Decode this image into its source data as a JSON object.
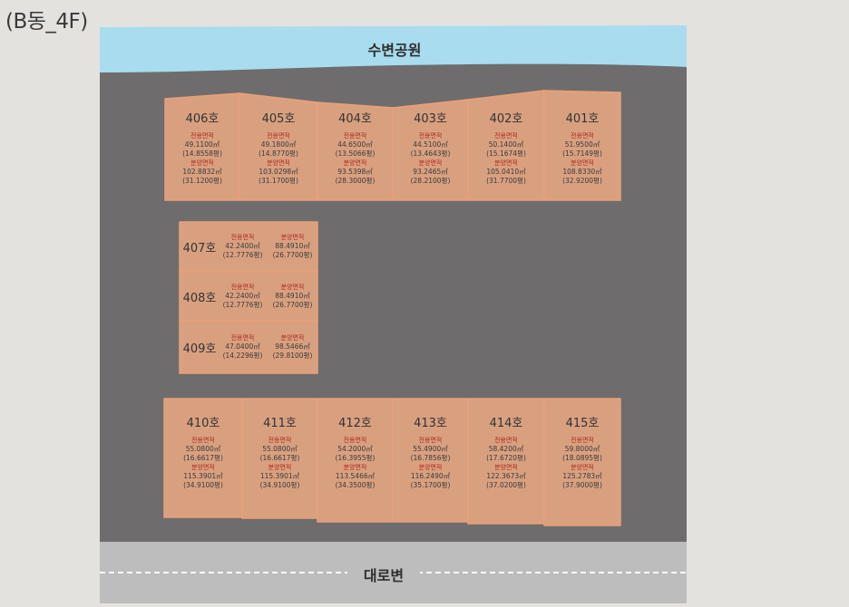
{
  "title": "(B동_4F)",
  "park_label": "수변공원",
  "road_label": "대로변",
  "colors": {
    "background": "#e3e2de",
    "building": "#6f6c6d",
    "park": "#a8dcee",
    "road": "#bdbdbd",
    "unit_fill": "#d9a080",
    "unit_border": "#e8a078",
    "label_red": "#b02a20"
  },
  "labels": {
    "exclusive_area": "전용면적",
    "sale_area": "분양면적"
  },
  "units_top": [
    {
      "id": "406호",
      "exclusive_m2": "49.1100㎡",
      "exclusive_py": "(14.8558평)",
      "sale_m2": "102.8832㎡",
      "sale_py": "(31.1200평)"
    },
    {
      "id": "405호",
      "exclusive_m2": "49.1800㎡",
      "exclusive_py": "(14.8770평)",
      "sale_m2": "103.0298㎡",
      "sale_py": "(31.1700평)"
    },
    {
      "id": "404호",
      "exclusive_m2": "44.6500㎡",
      "exclusive_py": "(13.5066평)",
      "sale_m2": "93.5398㎡",
      "sale_py": "(28.3000평)"
    },
    {
      "id": "403호",
      "exclusive_m2": "44.5100㎡",
      "exclusive_py": "(13.4643평)",
      "sale_m2": "93.2465㎡",
      "sale_py": "(28.2100평)"
    },
    {
      "id": "402호",
      "exclusive_m2": "50.1400㎡",
      "exclusive_py": "(15.1674평)",
      "sale_m2": "105.0410㎡",
      "sale_py": "(31.7700평)"
    },
    {
      "id": "401호",
      "exclusive_m2": "51.9500㎡",
      "exclusive_py": "(15.7149평)",
      "sale_m2": "108.8330㎡",
      "sale_py": "(32.9200평)"
    }
  ],
  "units_middle": [
    {
      "id": "407호",
      "exclusive_m2": "42.2400㎡",
      "exclusive_py": "(12.7776평)",
      "sale_m2": "88.4910㎡",
      "sale_py": "(26.7700평)"
    },
    {
      "id": "408호",
      "exclusive_m2": "42.2400㎡",
      "exclusive_py": "(12.7776평)",
      "sale_m2": "88.4910㎡",
      "sale_py": "(26.7700평)"
    },
    {
      "id": "409호",
      "exclusive_m2": "47.0400㎡",
      "exclusive_py": "(14.2296평)",
      "sale_m2": "98.5466㎡",
      "sale_py": "(29.8100평)"
    }
  ],
  "units_bottom": [
    {
      "id": "410호",
      "exclusive_m2": "55.0800㎡",
      "exclusive_py": "(16.6617평)",
      "sale_m2": "115.3901㎡",
      "sale_py": "(34.9100평)"
    },
    {
      "id": "411호",
      "exclusive_m2": "55.0800㎡",
      "exclusive_py": "(16.6617평)",
      "sale_m2": "115.3901㎡",
      "sale_py": "(34.9100평)"
    },
    {
      "id": "412호",
      "exclusive_m2": "54.2000㎡",
      "exclusive_py": "(16.3955평)",
      "sale_m2": "113.5466㎡",
      "sale_py": "(34.3500평)"
    },
    {
      "id": "413호",
      "exclusive_m2": "55.4900㎡",
      "exclusive_py": "(16.7856평)",
      "sale_m2": "116.2490㎡",
      "sale_py": "(35.1700평)"
    },
    {
      "id": "414호",
      "exclusive_m2": "58.4200㎡",
      "exclusive_py": "(17.6720평)",
      "sale_m2": "122.3673㎡",
      "sale_py": "(37.0200평)"
    },
    {
      "id": "415호",
      "exclusive_m2": "59.8000㎡",
      "exclusive_py": "(18.0895평)",
      "sale_m2": "125.2783㎡",
      "sale_py": "(37.9000평)"
    }
  ]
}
